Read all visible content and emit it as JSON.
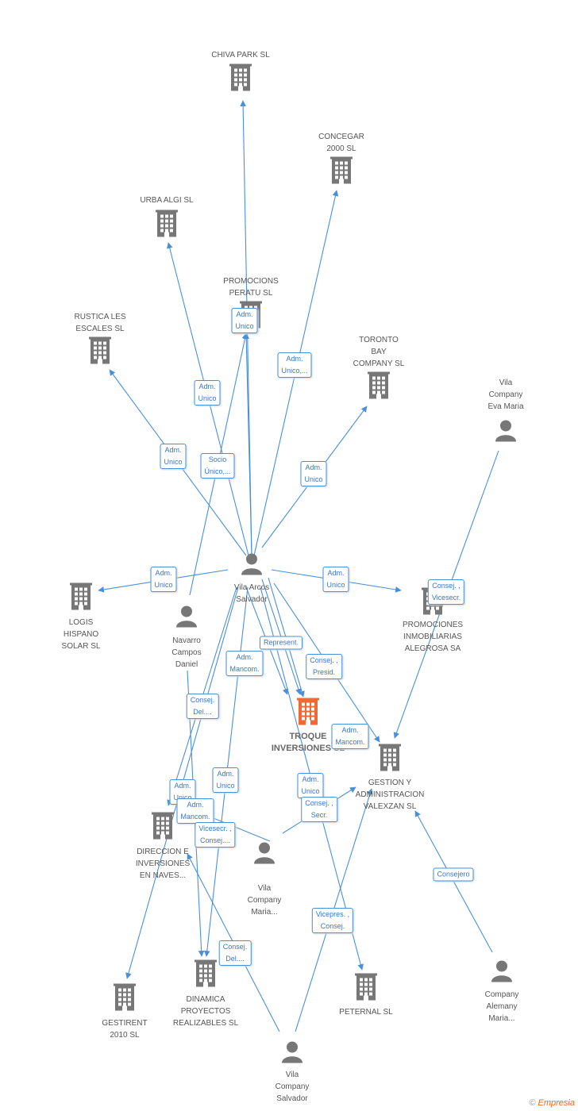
{
  "nodes": [
    {
      "id": "chiva",
      "kind": "company",
      "label": "CHIVA PARK SL"
    },
    {
      "id": "concegar",
      "kind": "company",
      "label": "CONCEGAR\n2000  SL"
    },
    {
      "id": "urba",
      "kind": "company",
      "label": "URBA ALGI SL"
    },
    {
      "id": "peratu",
      "kind": "company",
      "label": "PROMOCIONS\nPERATU SL"
    },
    {
      "id": "rustica",
      "kind": "company",
      "label": "RUSTICA LES\nESCALES  SL"
    },
    {
      "id": "toronto",
      "kind": "company",
      "label": "TORONTO\nBAY\nCOMPANY SL"
    },
    {
      "id": "eva",
      "kind": "person",
      "label": "Vila\nCompany\nEva Maria"
    },
    {
      "id": "salvador",
      "kind": "person",
      "label": "Vila Arcos\nSalvador"
    },
    {
      "id": "logis",
      "kind": "company",
      "label": "LOGIS\nHISPANO\nSOLAR SL"
    },
    {
      "id": "navarro",
      "kind": "person",
      "label": "Navarro\nCampos\nDaniel"
    },
    {
      "id": "alegrosa",
      "kind": "company",
      "label": "PROMOCIONES\nINMOBILIARIAS\nALEGROSA SA"
    },
    {
      "id": "troque",
      "kind": "focus",
      "label": "TROQUE\nINVERSIONES SL"
    },
    {
      "id": "valexzan",
      "kind": "company",
      "label": "GESTION Y\nADMINISTRACION\nVALEXZAN  SL"
    },
    {
      "id": "direccion",
      "kind": "company",
      "label": "DIRECCION E\nINVERSIONES\nEN NAVES..."
    },
    {
      "id": "vcmaria",
      "kind": "person",
      "label": "Vila\nCompany\nMaria..."
    },
    {
      "id": "gestirent",
      "kind": "company",
      "label": "GESTIRENT\n2010 SL"
    },
    {
      "id": "dinamica",
      "kind": "company",
      "label": "DINAMICA\nPROYECTOS\nREALIZABLES SL"
    },
    {
      "id": "peternal",
      "kind": "company",
      "label": "PETERNAL SL"
    },
    {
      "id": "alemany",
      "kind": "person",
      "label": "Company\nAlemany\nMaria..."
    },
    {
      "id": "vcsalvador",
      "kind": "person",
      "label": "Vila\nCompany\nSalvador"
    }
  ],
  "edges": [
    {
      "from": "salvador",
      "to": "chiva",
      "label": "Adm.\nUnico"
    },
    {
      "from": "salvador",
      "to": "concegar",
      "label": "Adm.\nUnico,..."
    },
    {
      "from": "salvador",
      "to": "urba",
      "label": "Adm.\nUnico"
    },
    {
      "from": "navarro",
      "to": "peratu",
      "label": "Socio\nÚnico,..."
    },
    {
      "from": "salvador",
      "to": "rustica",
      "label": "Adm.\nUnico"
    },
    {
      "from": "salvador",
      "to": "toronto",
      "label": "Adm.\nUnico"
    },
    {
      "from": "salvador",
      "to": "logis",
      "label": "Adm.\nUnico"
    },
    {
      "from": "salvador",
      "to": "alegrosa",
      "label": "Adm.\nUnico"
    },
    {
      "from": "eva",
      "to": "valexzan",
      "label": "Consej. ,\nVicesecr."
    },
    {
      "from": "salvador",
      "to": "troque",
      "label": "Represent."
    },
    {
      "from": "salvador",
      "to": "troque",
      "label": "Adm.\nMancom."
    },
    {
      "from": "salvador",
      "to": "troque",
      "label": "Consej. ,\nPresid."
    },
    {
      "from": "salvador",
      "to": "valexzan",
      "label": "Adm.\nMancom."
    },
    {
      "from": "salvador",
      "to": "direccion",
      "label": "Consej.\nDel...."
    },
    {
      "from": "salvador",
      "to": "gestirent",
      "label": "Adm.\nUnico"
    },
    {
      "from": "salvador",
      "to": "dinamica",
      "label": "Adm.\nUnico"
    },
    {
      "from": "navarro",
      "to": "dinamica",
      "label": "Adm.\nMancom."
    },
    {
      "from": "vcmaria",
      "to": "valexzan",
      "label": "Adm.\nUnico"
    },
    {
      "from": "salvador",
      "to": "peternal",
      "label": "Consej. ,\nSecr."
    },
    {
      "from": "vcmaria",
      "to": "direccion",
      "label": "Vicesecr. ,\nConsej...."
    },
    {
      "from": "alemany",
      "to": "valexzan",
      "label": "Consejero"
    },
    {
      "from": "vcsalvador",
      "to": "valexzan",
      "label": "Vicepres. ,\nConsej."
    },
    {
      "from": "vcsalvador",
      "to": "direccion",
      "label": "Consej.\nDel...."
    },
    {
      "from": "salvador",
      "to": "peratu",
      "label": "Adm.\nUnico"
    }
  ],
  "brand": {
    "copyright": "©",
    "name": "Empresia"
  }
}
